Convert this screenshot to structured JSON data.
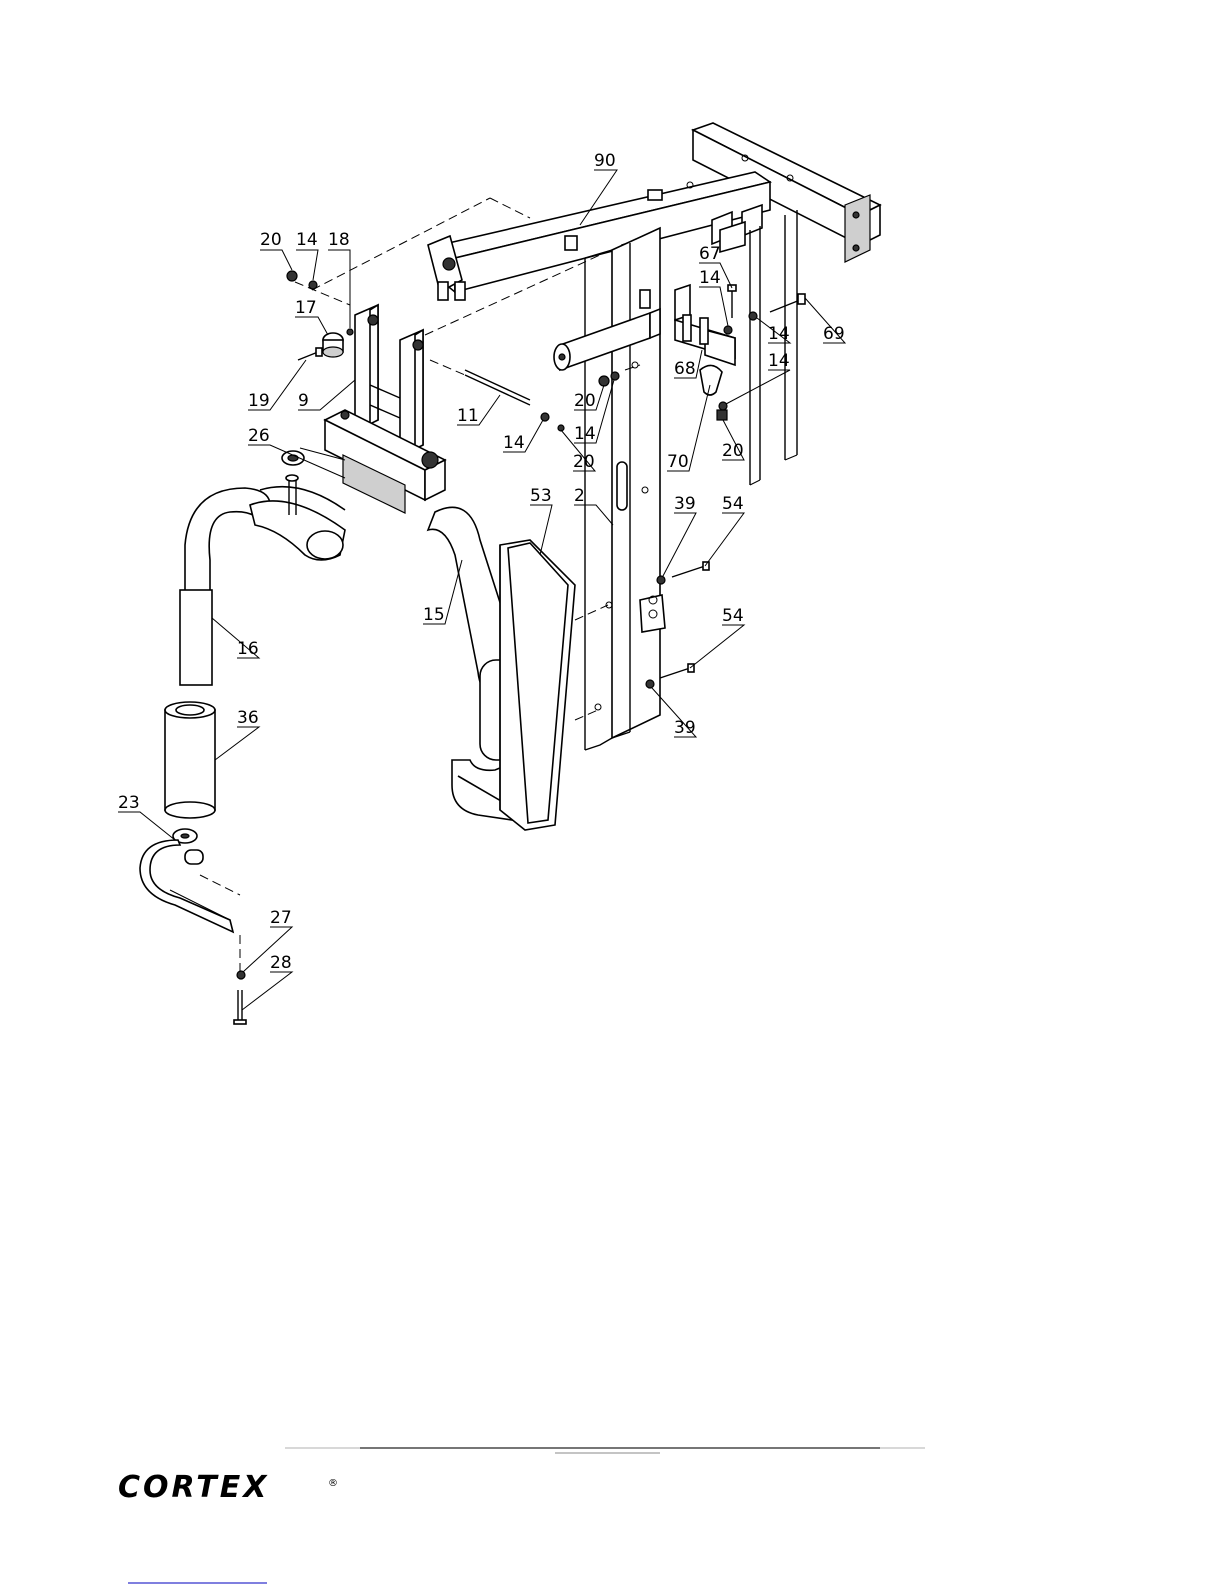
{
  "brand": {
    "name": "CORTEX",
    "mark": "®"
  },
  "callouts": [
    {
      "text": "90"
    },
    {
      "text": "20"
    },
    {
      "text": "14"
    },
    {
      "text": "18"
    },
    {
      "text": "17"
    },
    {
      "text": "67"
    },
    {
      "text": "14"
    },
    {
      "text": "14"
    },
    {
      "text": "69"
    },
    {
      "text": "14"
    },
    {
      "text": "19"
    },
    {
      "text": "9"
    },
    {
      "text": "11"
    },
    {
      "text": "68"
    },
    {
      "text": "20"
    },
    {
      "text": "14"
    },
    {
      "text": "14"
    },
    {
      "text": "20"
    },
    {
      "text": "70"
    },
    {
      "text": "20"
    },
    {
      "text": "26"
    },
    {
      "text": "53"
    },
    {
      "text": "2"
    },
    {
      "text": "39"
    },
    {
      "text": "54"
    },
    {
      "text": "15"
    },
    {
      "text": "16"
    },
    {
      "text": "54"
    },
    {
      "text": "36"
    },
    {
      "text": "39"
    },
    {
      "text": "23"
    },
    {
      "text": "27"
    },
    {
      "text": "28"
    }
  ],
  "colors": {
    "ink": "#000000",
    "paper": "#ffffff",
    "shade": "#cfcfcf",
    "link": "#3333cc"
  }
}
